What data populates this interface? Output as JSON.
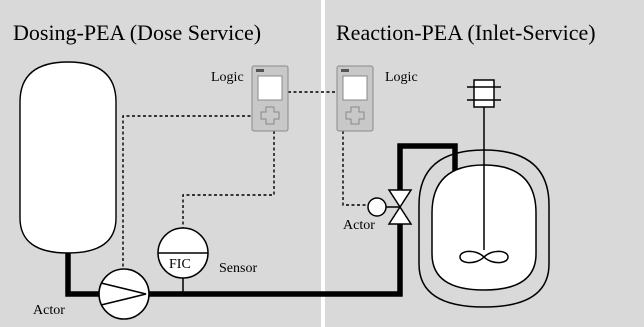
{
  "panels": {
    "left_title": "Dosing-PEA (Dose Service)",
    "right_title": "Reaction-PEA (Inlet-Service)"
  },
  "labels": {
    "logic_left": "Logic",
    "logic_right": "Logic",
    "actor_pump": "Actor",
    "actor_valve": "Actor",
    "sensor": "Sensor",
    "fic": "FIC"
  },
  "colors": {
    "panel_bg": "#d9d9d9",
    "divider": "#ffffff",
    "line": "#000000",
    "equipment_fill": "#ffffff",
    "controller_body": "#c8c8c8"
  }
}
